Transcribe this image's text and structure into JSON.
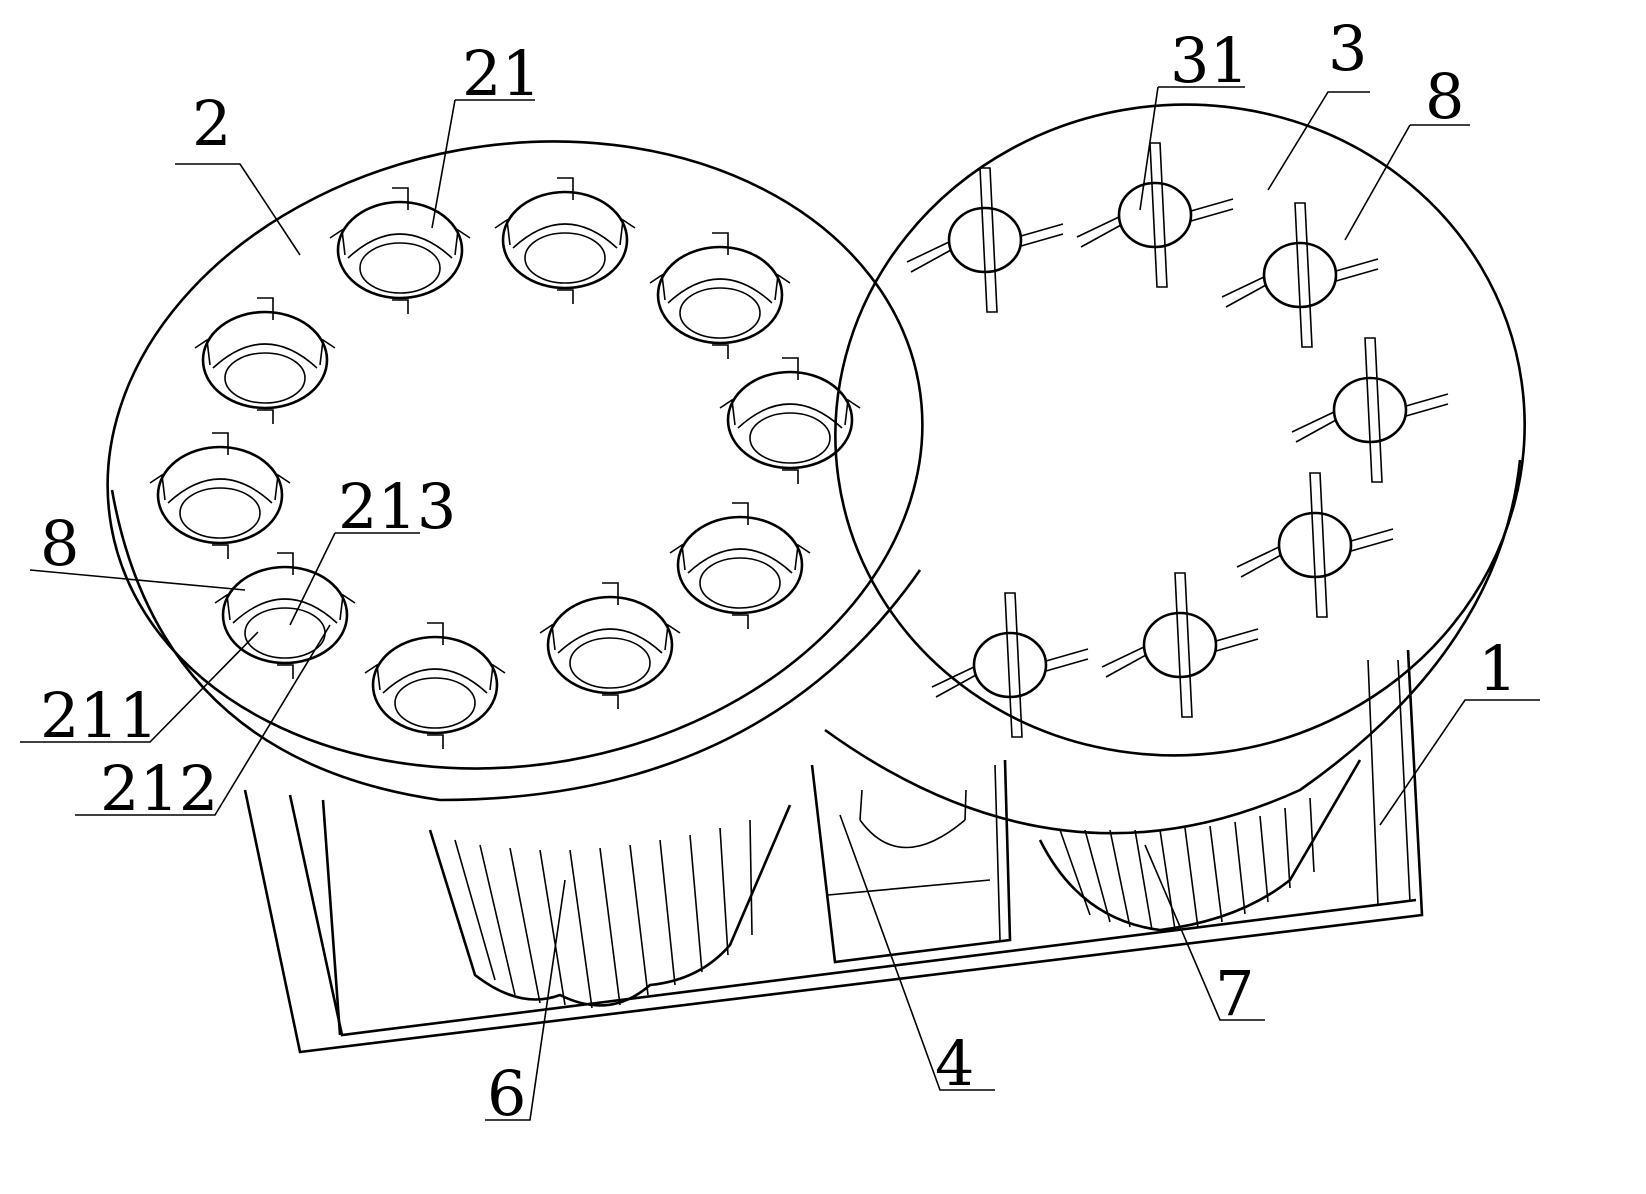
{
  "labels": {
    "l1": "1",
    "l2": "2",
    "l21": "21",
    "l211": "211",
    "l212": "212",
    "l213": "213",
    "l3": "3",
    "l31": "31",
    "l4": "4",
    "l6": "6",
    "l7": "7",
    "l8_left": "8",
    "l8_right": "8"
  },
  "colors": {
    "line": "#000000",
    "background": "#ffffff"
  }
}
